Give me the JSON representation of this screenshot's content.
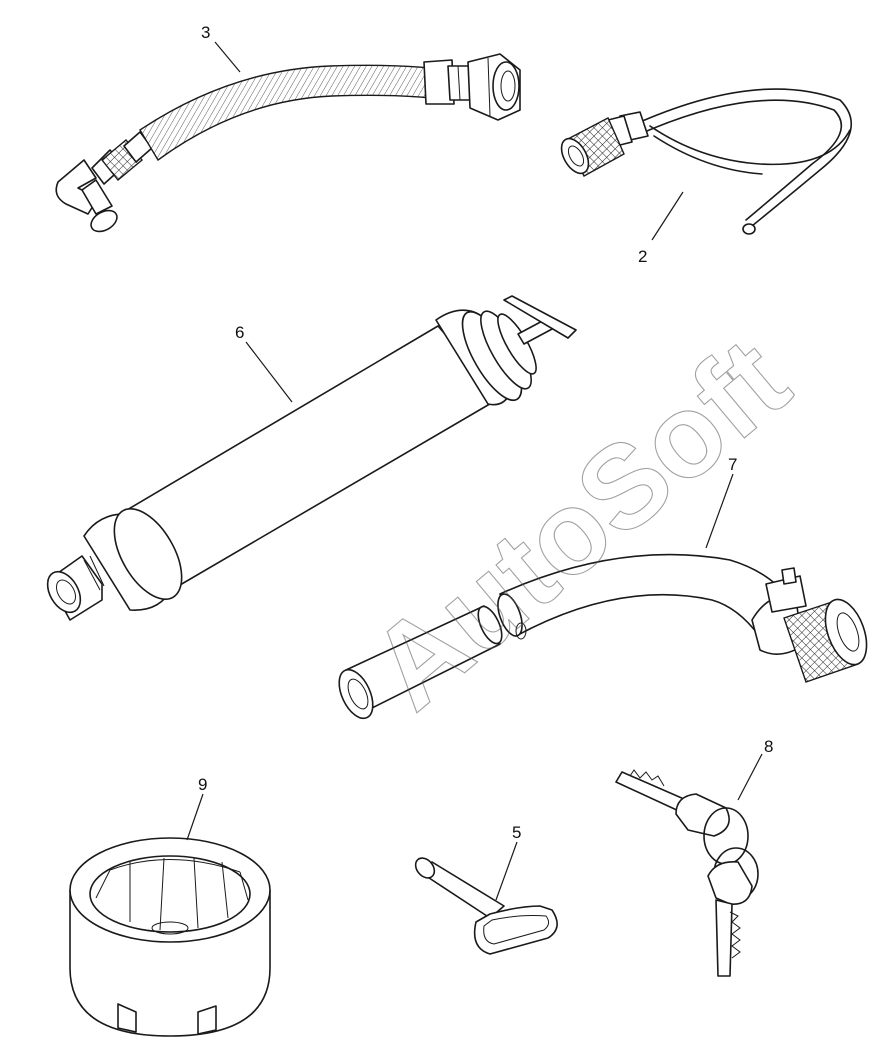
{
  "watermark": {
    "text": "AutoSoft"
  },
  "callouts": {
    "hose_fuel_3": "3",
    "cable_2": "2",
    "pump_6": "6",
    "hose_drain_7": "7",
    "keys_8": "8",
    "socket_9": "9",
    "key_tool_5": "5"
  },
  "colors": {
    "line": "#1a1a1a",
    "background": "#ffffff",
    "watermark": "#555555"
  }
}
